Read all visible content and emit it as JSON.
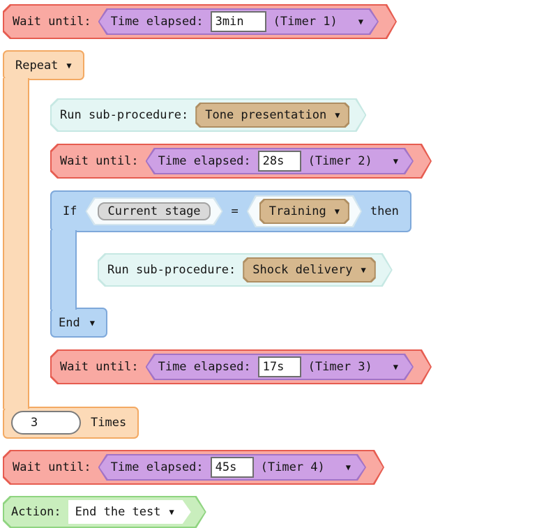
{
  "colors": {
    "wait_block_fill": "#f9a9a2",
    "wait_block_border": "#e65c50",
    "condition_fill": "#cda0e5",
    "condition_border": "#a273c6",
    "repeat_fill": "#fcdab7",
    "repeat_border": "#f3a963",
    "subprocedure_fill": "#e4f6f4",
    "subprocedure_border": "#c6e8e3",
    "dropdown_fill": "#d6b88e",
    "dropdown_border": "#ae8e62",
    "if_fill": "#b5d5f4",
    "if_border": "#7ea8da",
    "action_fill": "#c9eebd",
    "action_border": "#8fd480",
    "variable_chip_fill": "#d9d9d9"
  },
  "icons": {
    "dropdown": "▼"
  },
  "program": {
    "wait1": {
      "label": "Wait until:",
      "condition": "Time elapsed:",
      "value": "3min",
      "timer": "(Timer 1)"
    },
    "repeat": {
      "label": "Repeat",
      "count": "3",
      "times_label": "Times"
    },
    "run_tone": {
      "label": "Run sub-procedure:",
      "selected": "Tone presentation"
    },
    "wait2": {
      "label": "Wait until:",
      "condition": "Time elapsed:",
      "value": "28s",
      "timer": "(Timer 2)"
    },
    "if1": {
      "label": "If",
      "left": "Current stage",
      "operator": "=",
      "right": "Training",
      "then_label": "then",
      "end_label": "End"
    },
    "run_shock": {
      "label": "Run sub-procedure:",
      "selected": "Shock delivery"
    },
    "wait3": {
      "label": "Wait until:",
      "condition": "Time elapsed:",
      "value": "17s",
      "timer": "(Timer 3)"
    },
    "wait4": {
      "label": "Wait until:",
      "condition": "Time elapsed:",
      "value": "45s",
      "timer": "(Timer 4)"
    },
    "action": {
      "label": "Action:",
      "selected": "End the test"
    }
  }
}
